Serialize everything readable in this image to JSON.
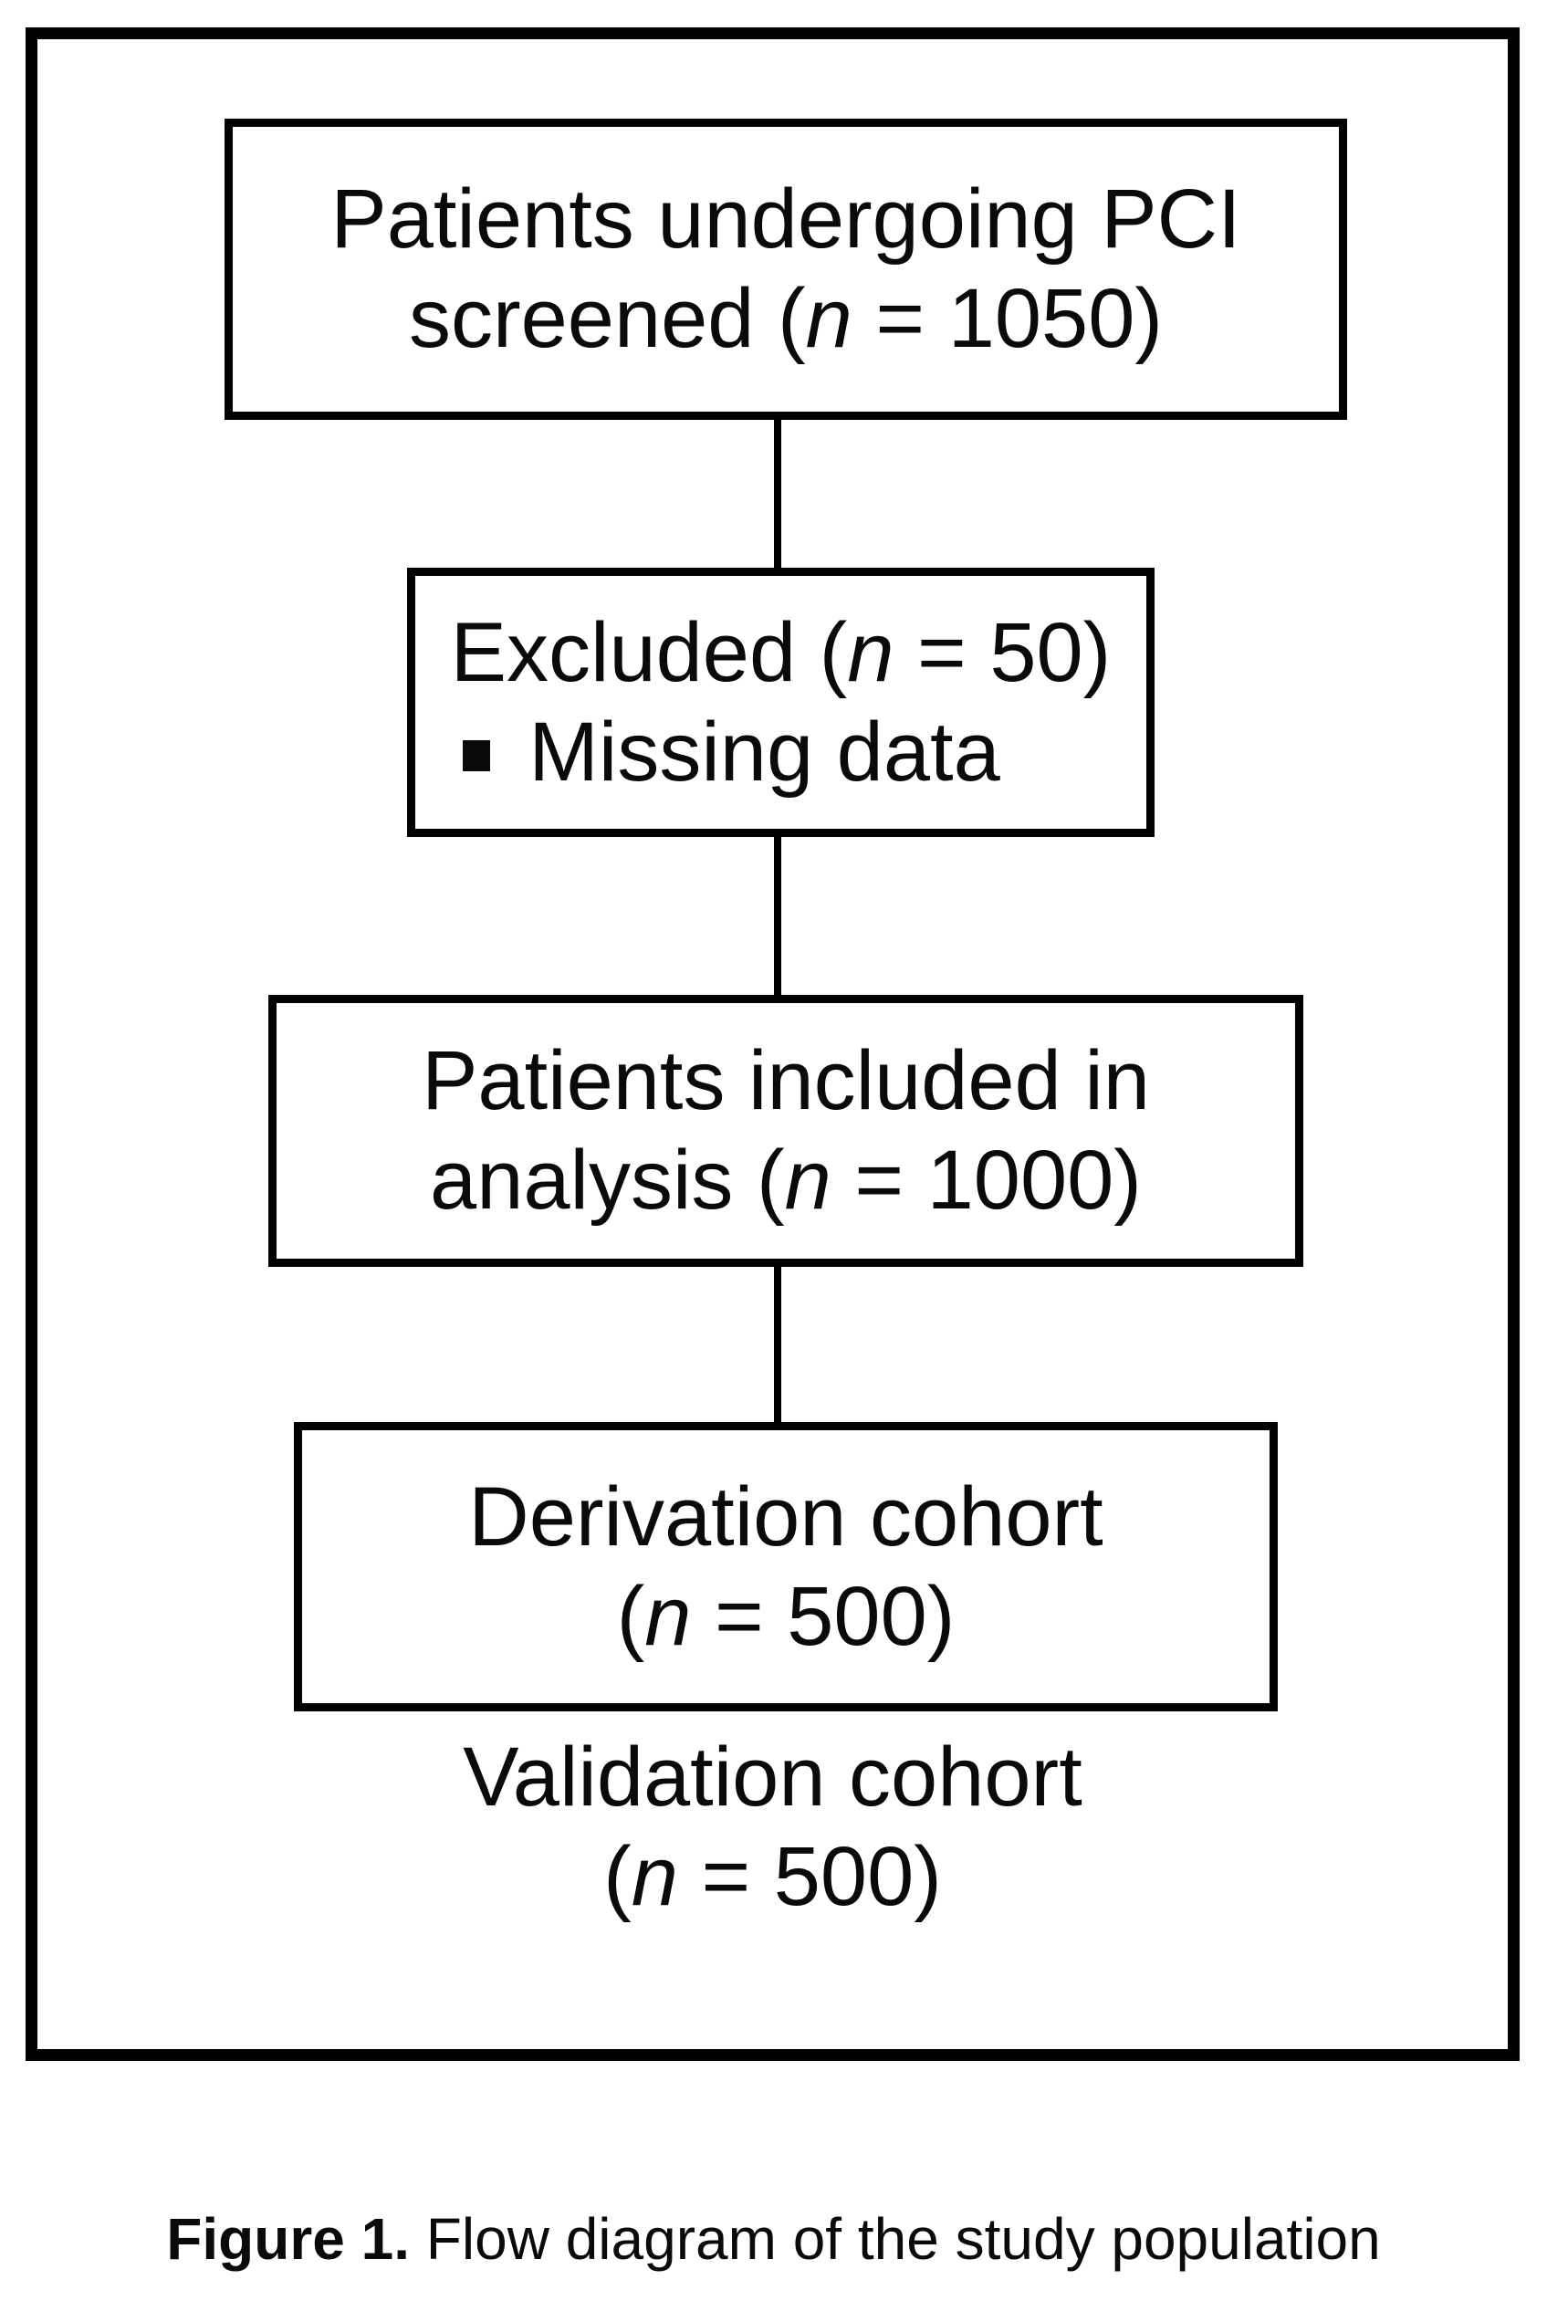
{
  "figure": {
    "boxes": [
      {
        "id": "screened",
        "line1": "Patients undergoing PCI",
        "line2_pre": "screened (",
        "n": "n",
        "line2_post": " = 1050)"
      },
      {
        "id": "excluded",
        "line1_pre": "Excluded (",
        "n": "n",
        "line1_post": " = 50)",
        "bullet_item": "Missing data"
      },
      {
        "id": "included",
        "line1": "Patients included in",
        "line2_pre": "analysis (",
        "n": "n",
        "line2_post": " = 1000)"
      },
      {
        "id": "derivation",
        "line1": "Derivation cohort",
        "line2_pre": "(",
        "n": "n",
        "line2_post": " = 500)"
      },
      {
        "id": "validation",
        "line1": "Validation cohort",
        "line2_pre": "(",
        "n": "n",
        "line2_post": " = 500)"
      }
    ],
    "caption": {
      "label": "Figure 1.",
      "text": " Flow diagram of the study population"
    },
    "colors": {
      "ink": "#000000",
      "background": "#ffffff"
    }
  }
}
